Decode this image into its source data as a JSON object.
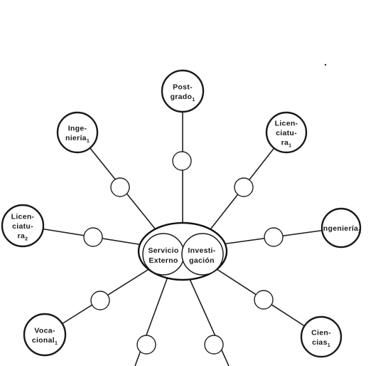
{
  "center": {
    "left": [
      "Servicio",
      "Externo"
    ],
    "right": [
      "Investi-",
      "gación"
    ]
  },
  "nodes": [
    {
      "id": "postgrado-1",
      "lines": [
        {
          "t": "Post-"
        },
        {
          "t": "grado",
          "sub": "1"
        }
      ]
    },
    {
      "id": "licenciatura-1-top",
      "lines": [
        {
          "t": "Licen-"
        },
        {
          "t": "ciatu-"
        },
        {
          "t": "ra",
          "sub": "1"
        }
      ]
    },
    {
      "id": "ingenieria-2",
      "lines": [
        {
          "t": "Ingeniería",
          "sub": "2"
        }
      ]
    },
    {
      "id": "ciencias-1",
      "lines": [
        {
          "t": "Cien-"
        },
        {
          "t": "cias",
          "sub": "1"
        }
      ]
    },
    {
      "id": "vocacional-1",
      "lines": [
        {
          "t": "Voca-"
        },
        {
          "t": "cional",
          "sub": "1"
        }
      ]
    },
    {
      "id": "licenciatura-2",
      "lines": [
        {
          "t": "Licen-"
        },
        {
          "t": "ciatu-"
        },
        {
          "t": "ra",
          "sub": "2"
        }
      ]
    },
    {
      "id": "ingenieria-1",
      "lines": [
        {
          "t": "Inge-"
        },
        {
          "t": "niería",
          "sub": "1"
        }
      ]
    }
  ]
}
